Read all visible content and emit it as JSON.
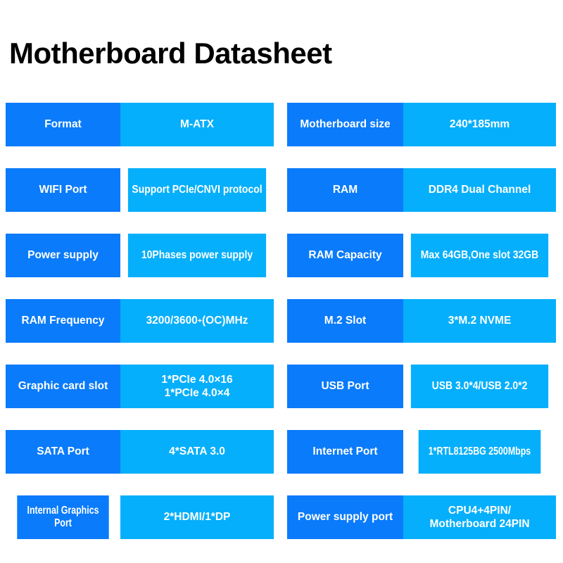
{
  "page": {
    "title": "Motherboard Datasheet",
    "background_color": "#ffffff",
    "label_cell_color": "#0A7BFA",
    "value_cell_color": "#05AFFB",
    "text_color": "#ffffff",
    "title_color": "#000000"
  },
  "tables": {
    "left": {
      "rows": [
        {
          "label": "Format",
          "value": "M-ATX"
        },
        {
          "label": "WIFI Port",
          "value": "Support PCIe/CNVI protocol"
        },
        {
          "label": "Power supply",
          "value": "10Phases power supply"
        },
        {
          "label": "RAM Frequency",
          "value": "3200/3600+(OC)MHz",
          "value_line1": "3200/3600",
          "value_sup": "+",
          "value_line2": "(OC)MHz"
        },
        {
          "label": "Graphic card slot",
          "value": "1*PCIe 4.0×16 / 1*PCIe 4.0×4",
          "value_line1": "1*PCIe 4.0×16",
          "value_line2": "1*PCIe 4.0×4"
        },
        {
          "label": "SATA Port",
          "value": "4*SATA 3.0"
        },
        {
          "label": "Internal Graphics Port",
          "value": "2*HDMI/1*DP"
        }
      ]
    },
    "right": {
      "rows": [
        {
          "label": "Motherboard size",
          "value": "240*185mm"
        },
        {
          "label": "RAM",
          "value": "DDR4 Dual Channel"
        },
        {
          "label": "RAM Capacity",
          "value": "Max 64GB,One slot 32GB"
        },
        {
          "label": "M.2 Slot",
          "value": "3*M.2 NVME"
        },
        {
          "label": "USB Port",
          "value": "USB 3.0*4/USB 2.0*2"
        },
        {
          "label": "Internet Port",
          "value": "1*RTL8125BG 2500Mbps"
        },
        {
          "label": "Power supply port",
          "value": "CPU4+4PIN/ Motherboard 24PIN",
          "value_line1": "CPU4+4PIN/",
          "value_line2": "Motherboard 24PIN"
        }
      ]
    }
  }
}
